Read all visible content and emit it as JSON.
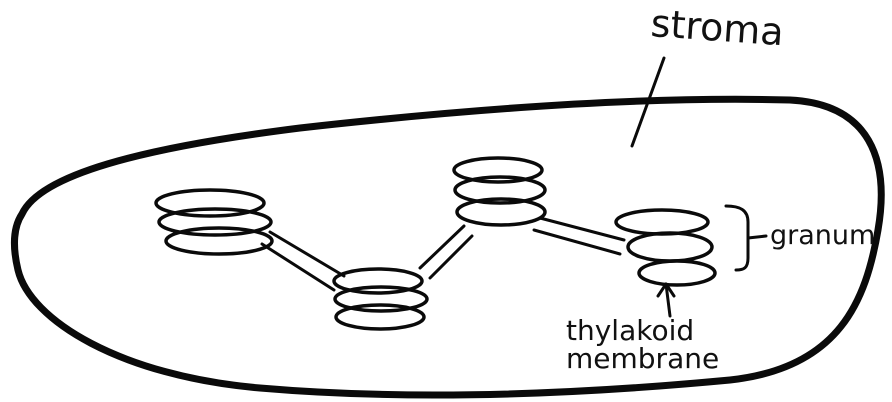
{
  "labels": {
    "stroma": "stroma",
    "granum": "granum",
    "thylakoid_line1": "thylakoid",
    "thylakoid_line2": "membrane"
  }
}
